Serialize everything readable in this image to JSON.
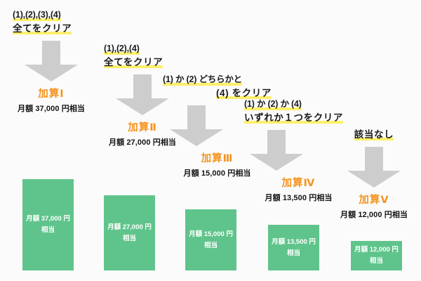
{
  "figure": {
    "title_hidden": "",
    "colors": {
      "background": "#fbfbfb",
      "highlight": "#fdf06a",
      "arrow": "#cdcdcd",
      "accent_orange": "#f5941f",
      "bar_green": "#5fc48b",
      "text": "#1b1b1b"
    }
  },
  "chart_data": {
    "type": "bar",
    "title": "",
    "xlabel": "",
    "ylabel": "",
    "categories": [
      "加算Ⅰ",
      "加算Ⅱ",
      "加算Ⅲ",
      "加算Ⅳ",
      "加算Ⅴ"
    ],
    "values": [
      37000,
      27000,
      15000,
      13500,
      12000
    ],
    "value_labels": [
      "月額 37,000 円相当",
      "月額 27,000 円相当",
      "月額 15,000 円相当",
      "月額 13,500 円相当",
      "月額 12,000 円相当"
    ],
    "unit": "円",
    "ylim": [
      0,
      37000
    ],
    "grid": false,
    "legend": false
  },
  "columns": [
    {
      "condition_line1": "(1),(2),(3),(4)",
      "condition_line2": "全てをクリア",
      "label": "加算Ⅰ",
      "amount": "月額 37,000 円相当",
      "bar_line1": "月額 37,000 円",
      "bar_line2": "相当"
    },
    {
      "condition_line1": "(1),(2),(4)",
      "condition_line2": "全てをクリア",
      "label": "加算Ⅱ",
      "amount": "月額 27,000 円相当",
      "bar_line1": "月額 27,000 円",
      "bar_line2": "相当"
    },
    {
      "condition_line1": "(1) か (2) どちらかと",
      "condition_line2": "(4) をクリア",
      "label": "加算Ⅲ",
      "amount": "月額 15,000 円相当",
      "bar_line1": "月額 15,000 円",
      "bar_line2": "相当"
    },
    {
      "condition_line1": "(1) か (2) か (4)",
      "condition_line2": "いずれか１つをクリア",
      "label": "加算Ⅳ",
      "amount": "月額 13,500 円相当",
      "bar_line1": "月額 13,500 円",
      "bar_line2": "相当"
    },
    {
      "condition_line1": "",
      "condition_line2": "該当なし",
      "label": "加算Ⅴ",
      "amount": "月額 12,000 円相当",
      "bar_line1": "月額 12,000 円",
      "bar_line2": "相当"
    }
  ]
}
